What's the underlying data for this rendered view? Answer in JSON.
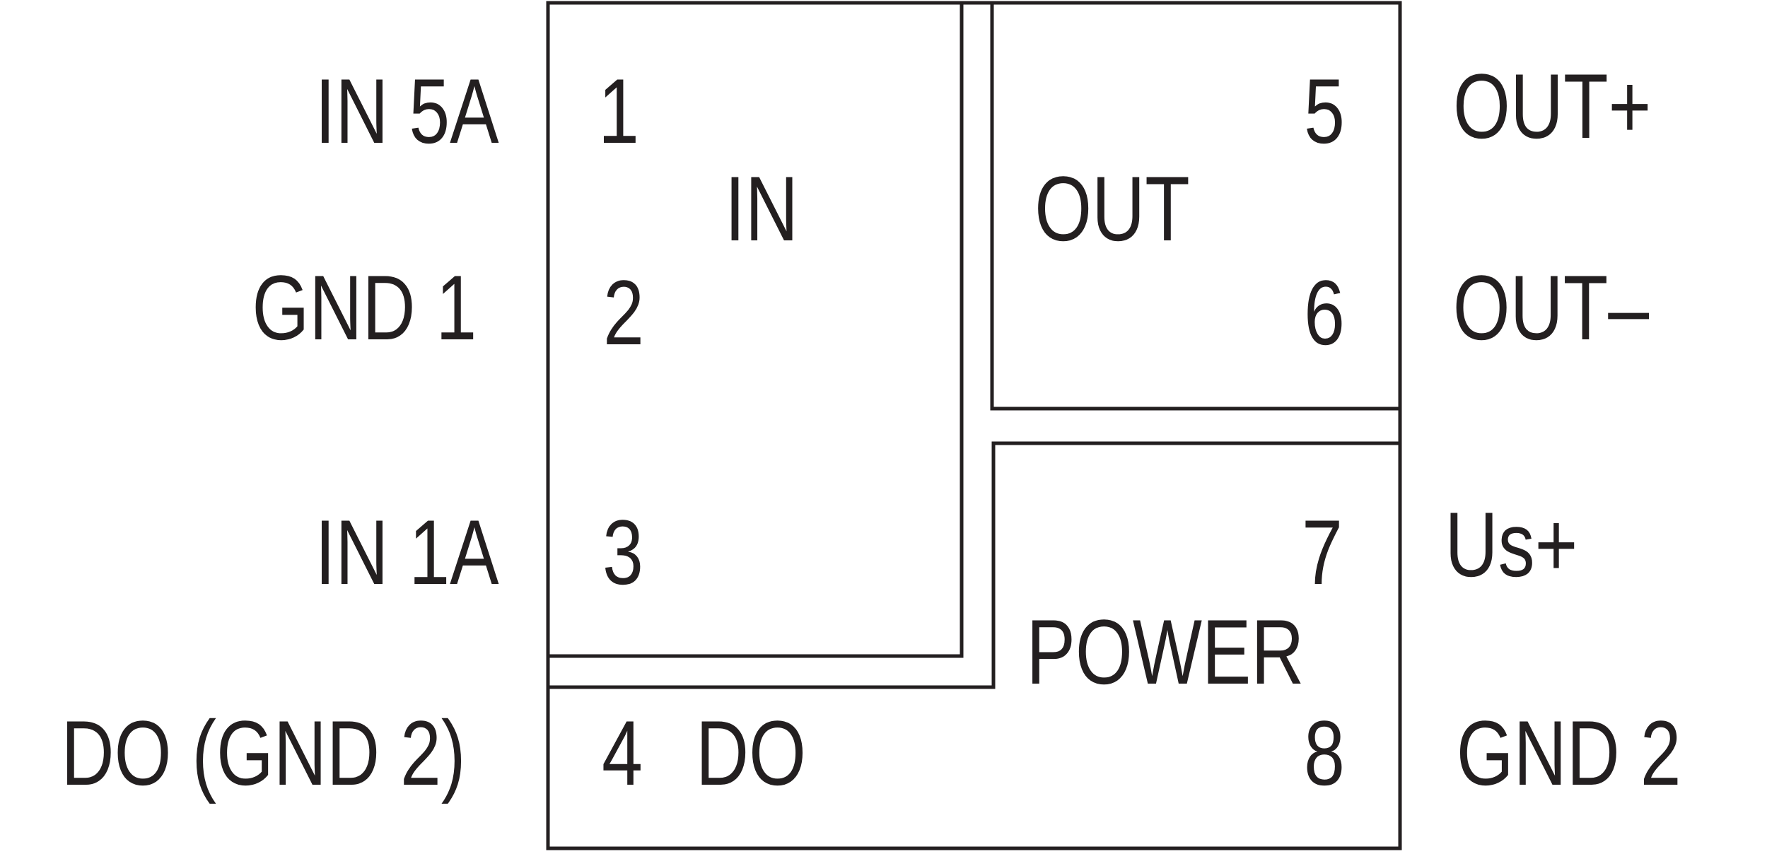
{
  "pins": {
    "left": {
      "in_5a": "IN 5A",
      "gnd_1": "GND 1",
      "in_1a": "IN 1A",
      "do_gnd2": "DO (GND 2)"
    },
    "right": {
      "out_plus": "OUT+",
      "out_minus": "OUT–",
      "us_plus": "Us+",
      "gnd_2": "GND 2"
    },
    "numbers": {
      "n1": "1",
      "n2": "2",
      "n3": "3",
      "n4": "4",
      "n5": "5",
      "n6": "6",
      "n7": "7",
      "n8": "8"
    }
  },
  "blocks": {
    "in": "IN",
    "out": "OUT",
    "power": "POWER",
    "do": "DO"
  }
}
